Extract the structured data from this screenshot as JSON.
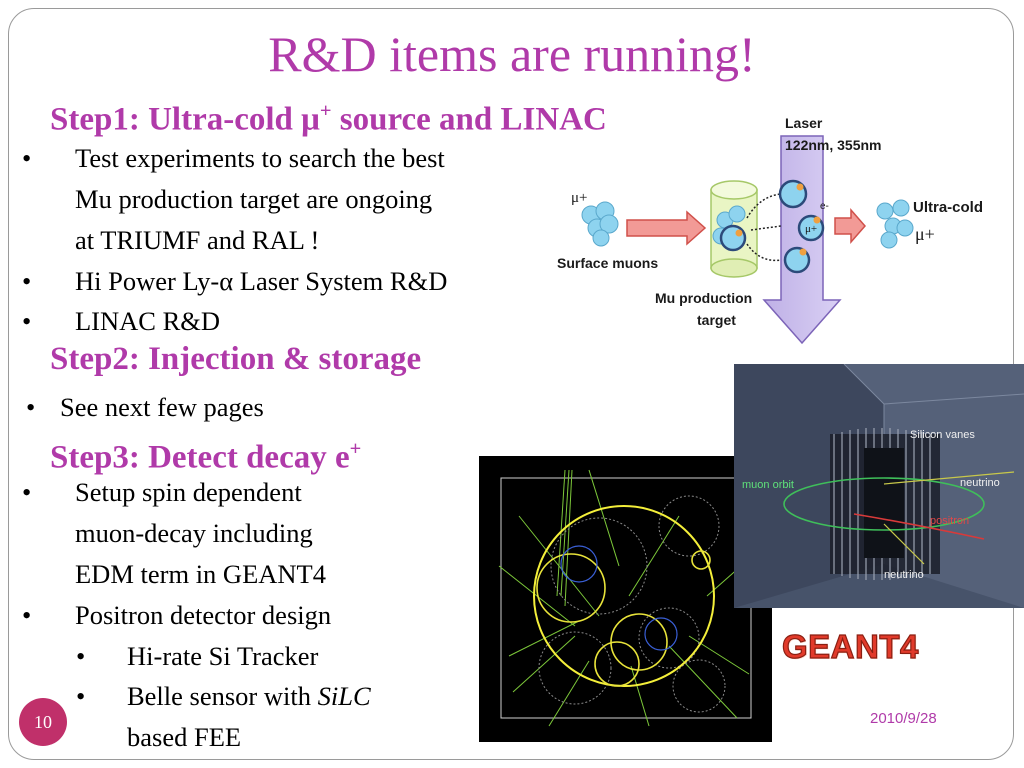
{
  "slide": {
    "title": "R&D items are running!",
    "page_number": "10",
    "date": "2010/9/28"
  },
  "step1": {
    "heading_pre": "Step1: Ultra-cold ",
    "heading_mu": "μ",
    "heading_sup": "+",
    "heading_post": " source and LINAC",
    "bullets": [
      [
        "Test experiments to search the best",
        "Mu production target  are ongoing",
        "at TRIUMF and RAL !"
      ],
      [
        "Hi Power Ly-α Laser System R&D"
      ],
      [
        "LINAC R&D"
      ]
    ]
  },
  "step2": {
    "heading": "Step2: Injection & storage",
    "bullets": [
      "See next few pages"
    ]
  },
  "step3": {
    "heading_pre": "Step3: Detect decay e",
    "heading_sup": "+",
    "bullets": [
      [
        "Setup spin dependent",
        "muon-decay including",
        "EDM term in GEANT4"
      ],
      [
        "Positron detector design"
      ]
    ],
    "sub_bullets": [
      [
        "Hi-rate Si Tracker"
      ],
      [
        "Belle sensor with ",
        "SiLC",
        "based FEE"
      ]
    ]
  },
  "diagram": {
    "laser_label": "Laser",
    "laser_wavelengths": "122nm, 355nm",
    "mu_plus": "μ+",
    "surface_muons": "Surface muons",
    "target_label_1": "Mu production",
    "target_label_2": "target",
    "electron": "e-",
    "mu_inner": "μ+",
    "ultra_cold": "Ultra-cold",
    "ultra_cold_mu": "μ+"
  },
  "geant_figure": {
    "silicon_vanes": "Silicon vanes",
    "muon_orbit": "muon orbit",
    "neutrino_1": "neutrino",
    "positron": "positron",
    "neutrino_2": "neutrino",
    "logo": "GEANT4"
  },
  "colors": {
    "accent": "#b03aa9",
    "badge": "#c0306a"
  }
}
